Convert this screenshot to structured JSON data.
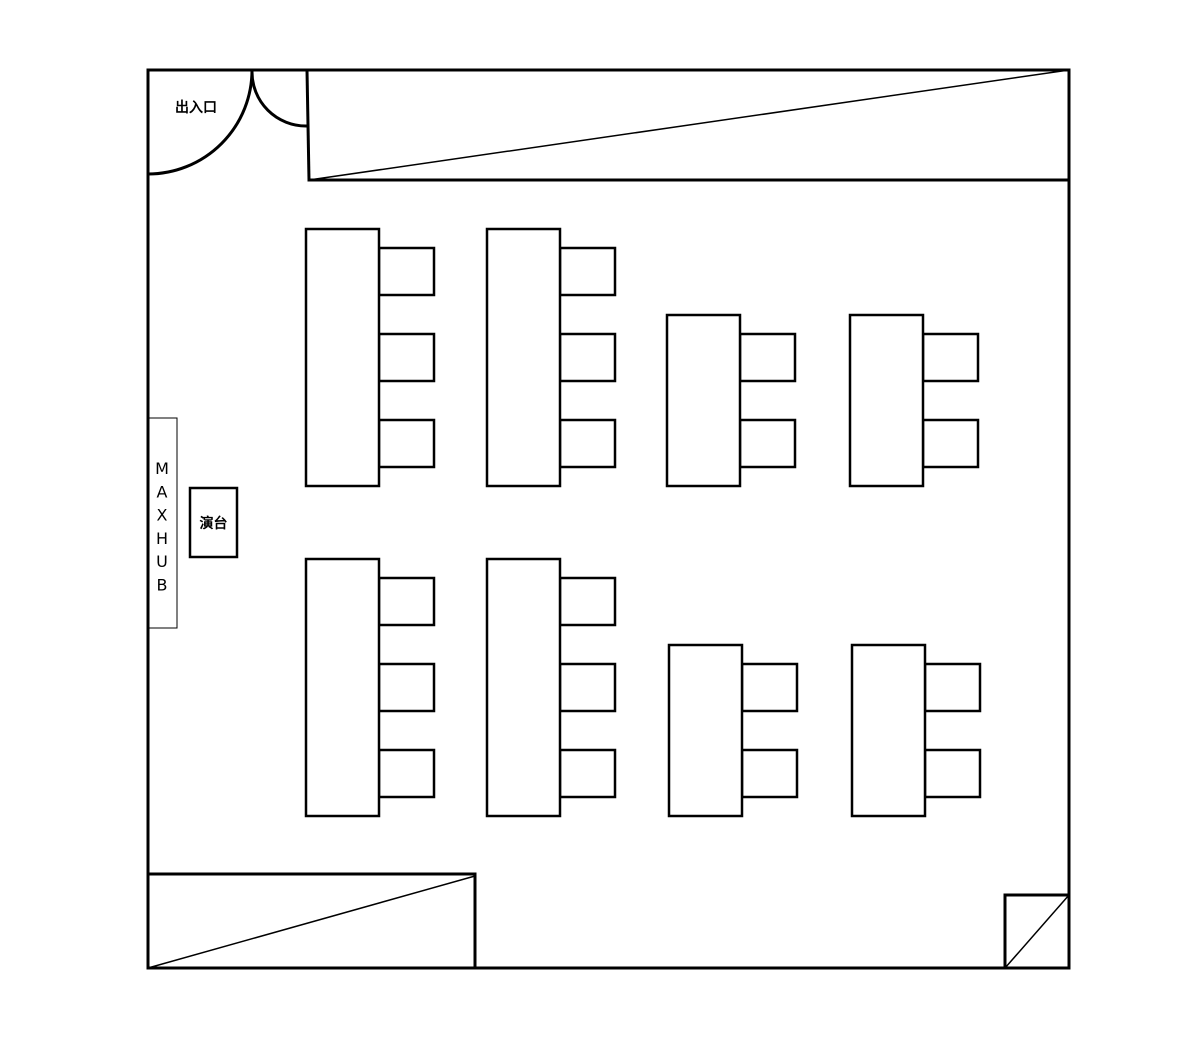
{
  "room": {
    "entrance_label": "出入口",
    "podium_label": "演台",
    "display_label": "MAXHUB"
  },
  "layout": {
    "rows": 2,
    "columns": 4,
    "tables": [
      {
        "row": 1,
        "column": 1,
        "seats": 3
      },
      {
        "row": 1,
        "column": 2,
        "seats": 3
      },
      {
        "row": 1,
        "column": 3,
        "seats": 2
      },
      {
        "row": 1,
        "column": 4,
        "seats": 2
      },
      {
        "row": 2,
        "column": 1,
        "seats": 3
      },
      {
        "row": 2,
        "column": 2,
        "seats": 3
      },
      {
        "row": 2,
        "column": 3,
        "seats": 2
      },
      {
        "row": 2,
        "column": 4,
        "seats": 2
      }
    ]
  }
}
